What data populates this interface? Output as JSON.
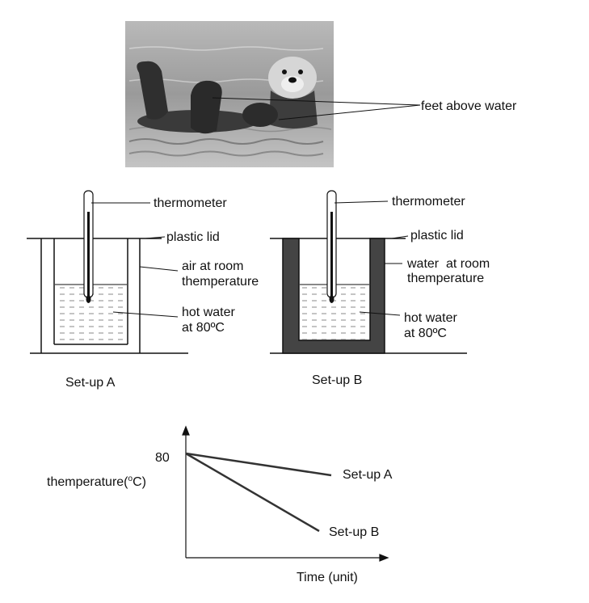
{
  "photo": {
    "subject": "sea-otter-photo",
    "label": "feet above water"
  },
  "setup_a": {
    "thermometer": "thermometer",
    "lid": "plastic lid",
    "outer_line1": "air at room",
    "outer_line2": "themperature",
    "inner_line1": "hot water",
    "inner_line2": "at 80ºC",
    "caption": "Set-up A"
  },
  "setup_b": {
    "thermometer": "thermometer",
    "lid": "plastic lid",
    "outer_line1": "water  at room",
    "outer_line2": "themperature",
    "inner_line1": "hot water",
    "inner_line2": "at 80ºC",
    "caption": "Set-up B"
  },
  "graph": {
    "y_tick": "80",
    "ylabel_main": "themperature(",
    "ylabel_sup": "o",
    "ylabel_end": "C)",
    "xlabel": "Time (unit)"
  },
  "chart_data": {
    "type": "line",
    "xlabel": "Time (unit)",
    "ylabel": "themperature(oC)",
    "y_start": 80,
    "series": [
      {
        "name": "Set-up A",
        "x": [
          0,
          1
        ],
        "y": [
          80,
          71
        ],
        "color": "#333333"
      },
      {
        "name": "Set-up B",
        "x": [
          0,
          1
        ],
        "y": [
          80,
          48
        ],
        "color": "#333333"
      }
    ]
  }
}
